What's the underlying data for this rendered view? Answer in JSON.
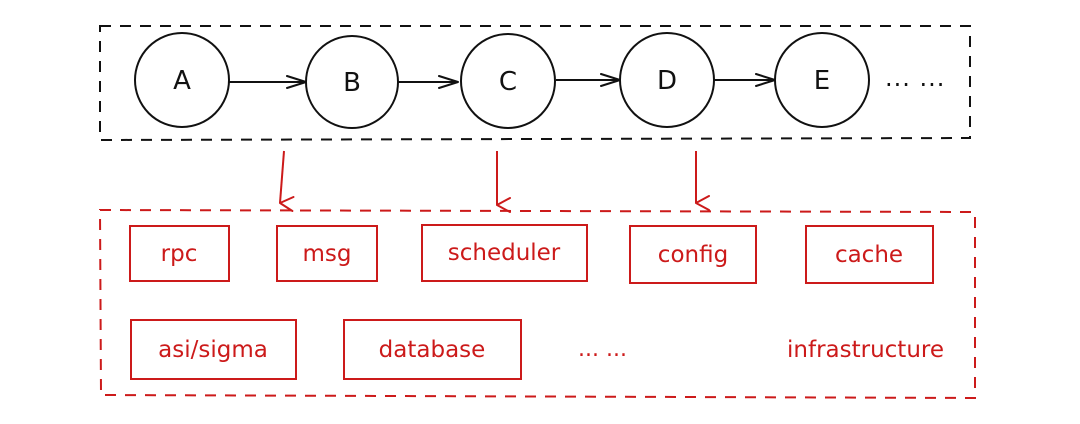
{
  "chain": {
    "nodes": [
      {
        "label": "A"
      },
      {
        "label": "B"
      },
      {
        "label": "C"
      },
      {
        "label": "D"
      },
      {
        "label": "E"
      }
    ],
    "ellipsis": "... ..."
  },
  "infrastructure": {
    "boxes": [
      {
        "label": "rpc"
      },
      {
        "label": "msg"
      },
      {
        "label": "scheduler"
      },
      {
        "label": "config"
      },
      {
        "label": "cache"
      },
      {
        "label": "asi/sigma"
      },
      {
        "label": "database"
      }
    ],
    "ellipsis": "... ...",
    "caption": "infrastructure"
  },
  "colors": {
    "ink": "#111111",
    "accent": "#cc1a1a",
    "background": "#ffffff"
  }
}
